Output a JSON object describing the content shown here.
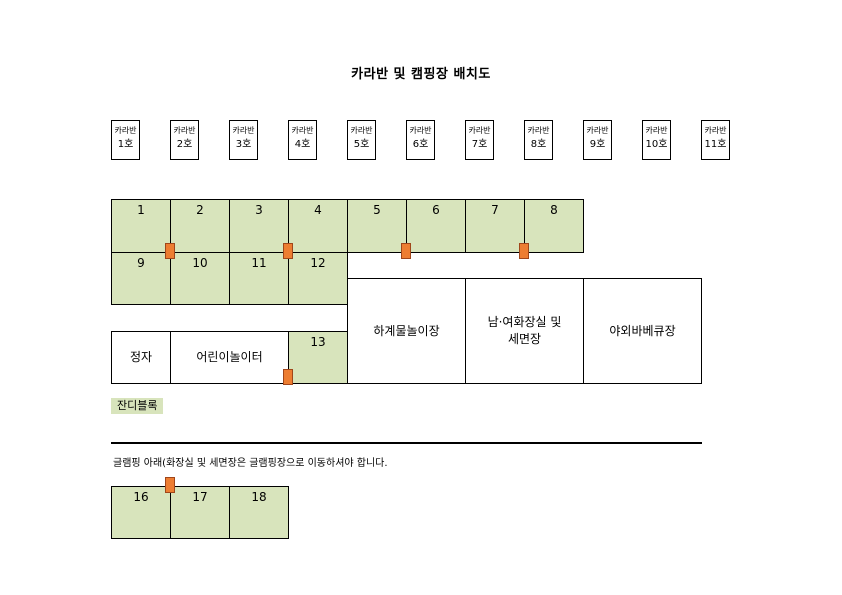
{
  "title": "카라반 및 캠핑장 배치도",
  "colors": {
    "lot_fill": "#d8e4bc",
    "marker": "#ed7d31"
  },
  "caravans": [
    {
      "label": "카라반",
      "num": "1호"
    },
    {
      "label": "카라반",
      "num": "2호"
    },
    {
      "label": "카라반",
      "num": "3호"
    },
    {
      "label": "카라반",
      "num": "4호"
    },
    {
      "label": "카라반",
      "num": "5호"
    },
    {
      "label": "카라반",
      "num": "6호"
    },
    {
      "label": "카라반",
      "num": "7호"
    },
    {
      "label": "카라반",
      "num": "8호"
    },
    {
      "label": "카라반",
      "num": "9호"
    },
    {
      "label": "카라반",
      "num": "10호"
    },
    {
      "label": "카라반",
      "num": "11호"
    }
  ],
  "lots": {
    "l1": "1",
    "l2": "2",
    "l3": "3",
    "l4": "4",
    "l5": "5",
    "l6": "6",
    "l7": "7",
    "l8": "8",
    "l9": "9",
    "l10": "10",
    "l11": "11",
    "l12": "12",
    "l13": "13",
    "l16": "16",
    "l17": "17",
    "l18": "18"
  },
  "facilities": {
    "arbor": "정자",
    "playground": "어린이놀이터",
    "water_play": "하계물놀이장",
    "restroom_line1": "남·여화장실 및",
    "restroom_line2": "세면장",
    "bbq": "야외바베큐장"
  },
  "legend": {
    "grass": "잔디블록"
  },
  "notice": "글램핑 아래(화장실 및 세면장은 글램핑장으로 이동하셔야 합니다."
}
